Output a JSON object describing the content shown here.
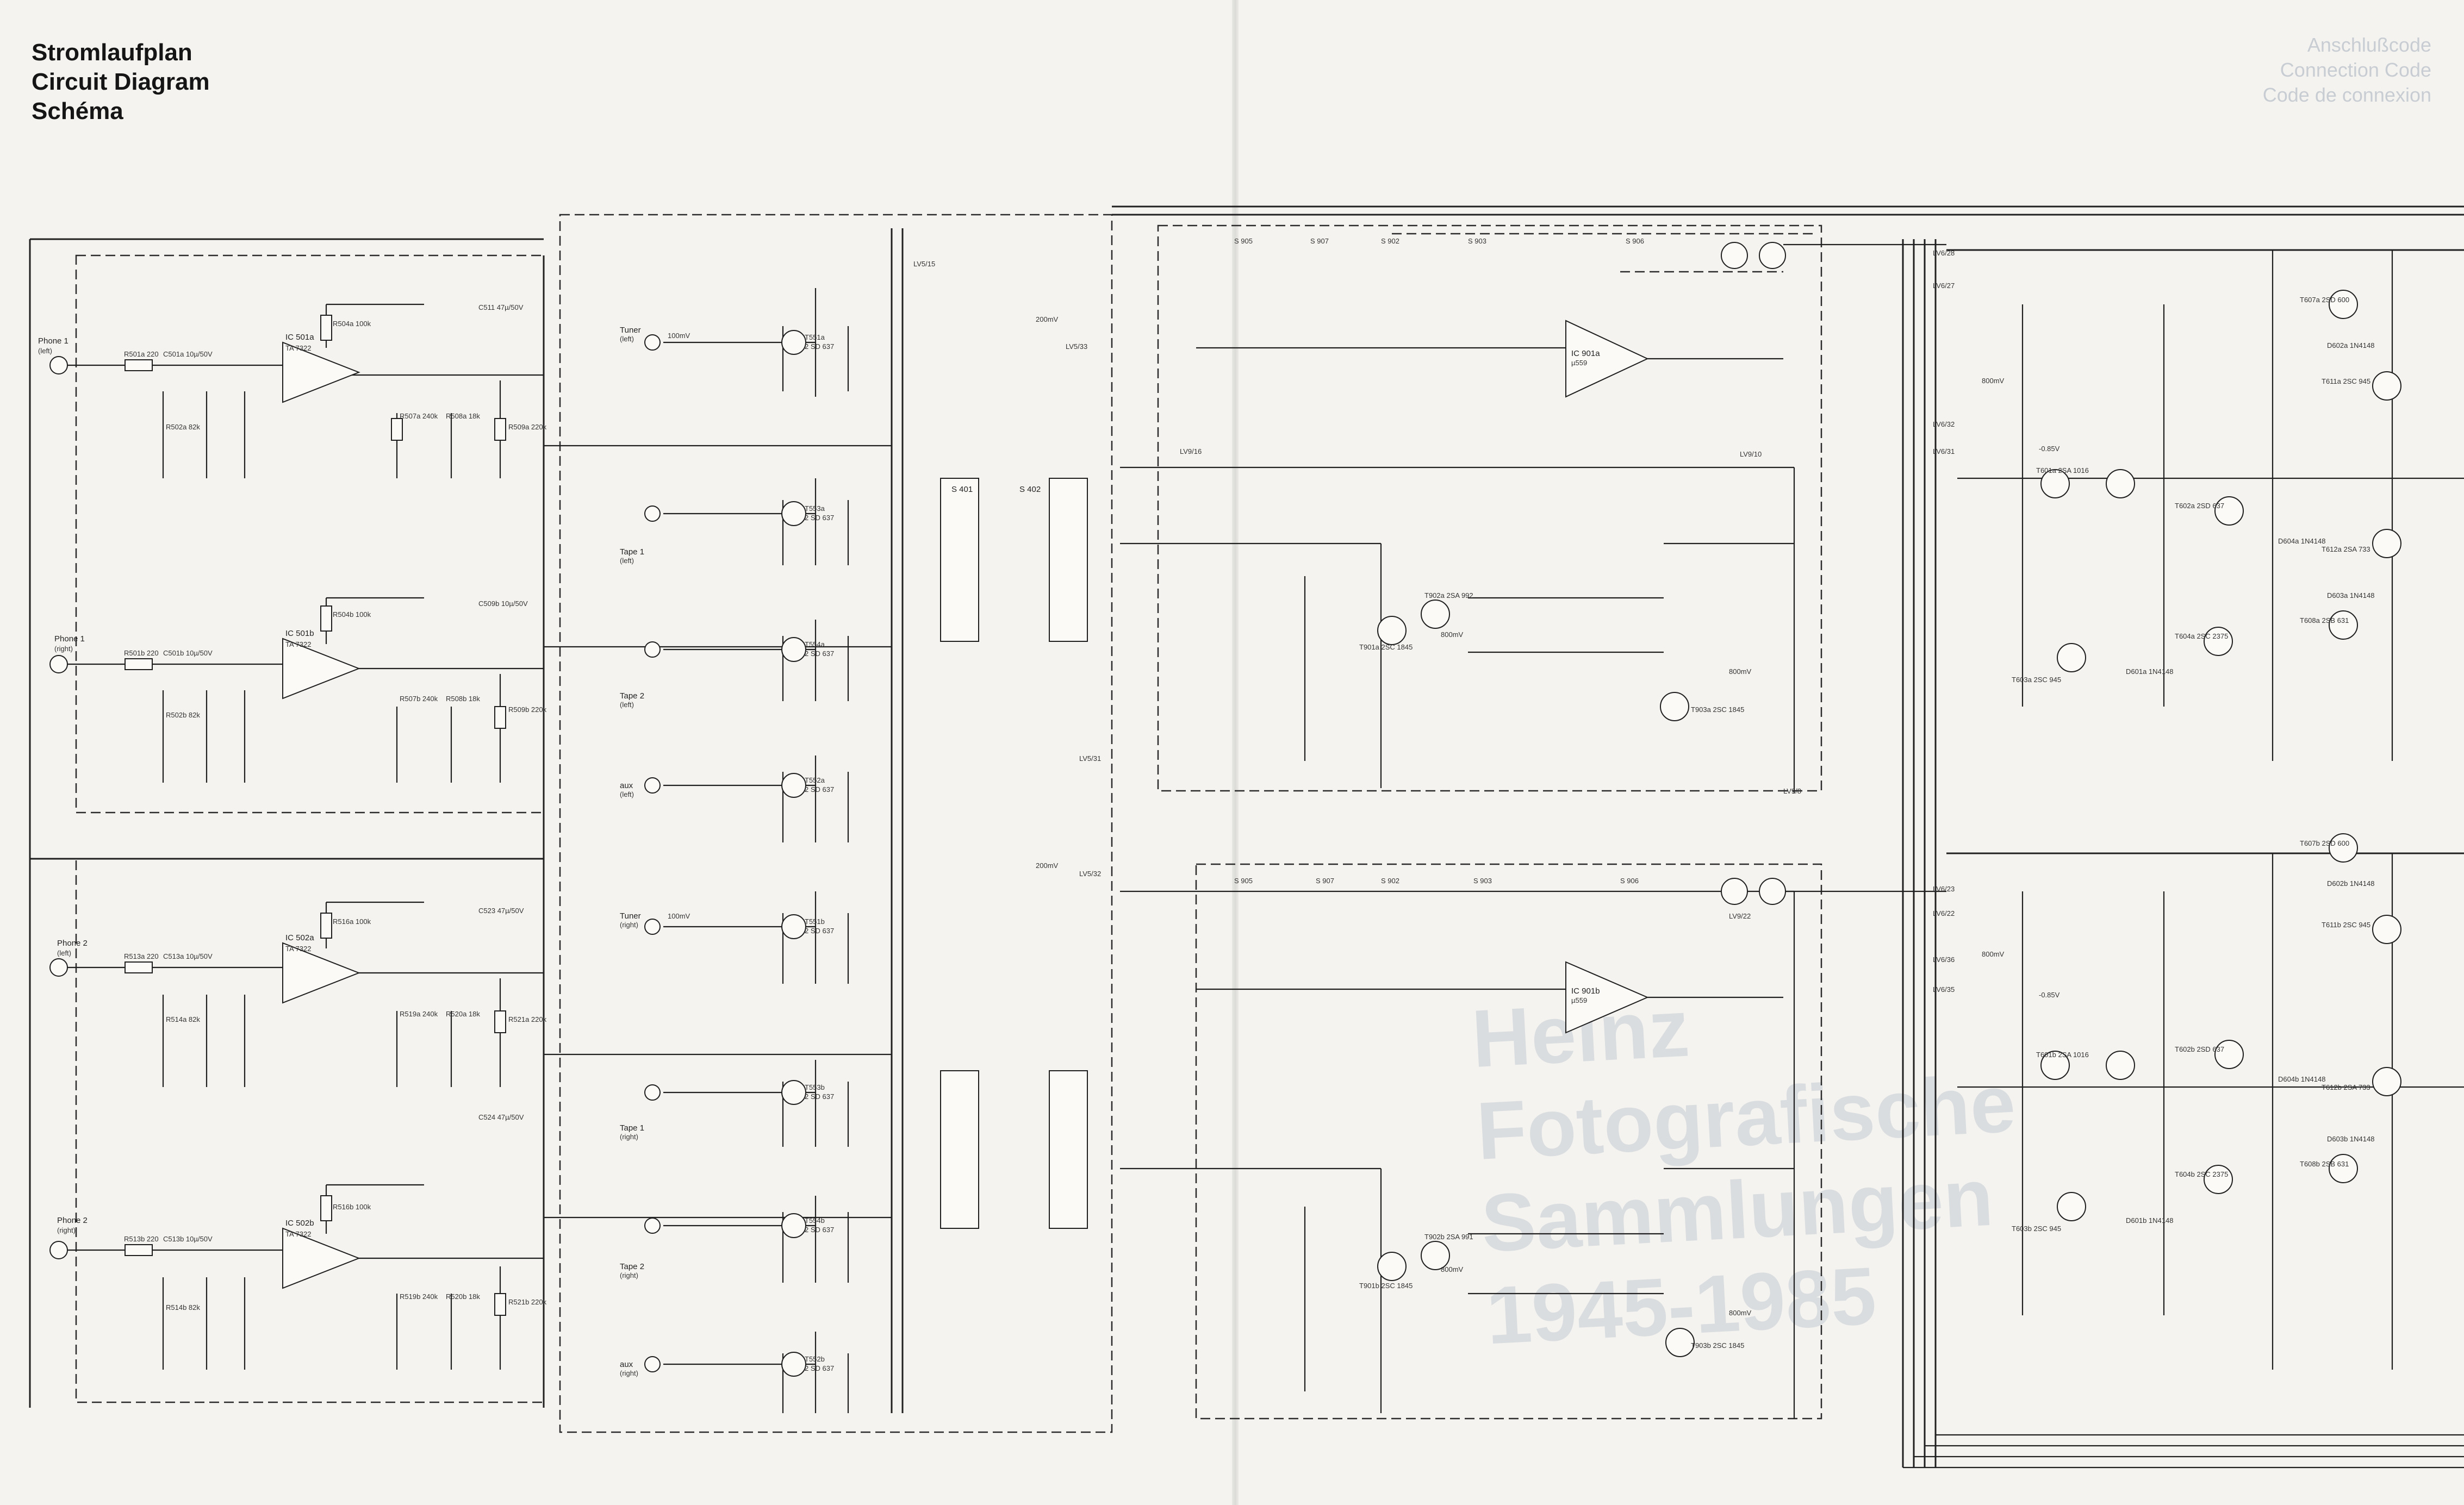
{
  "heading": [
    "Stromlaufplan",
    "Circuit Diagram",
    "Schéma"
  ],
  "ghost_heading": [
    "Anschlußcode",
    "Connection Code",
    "Code de connexion"
  ],
  "watermark": [
    "Heinz",
    "Fotografische",
    "Sammlungen",
    "1945-1985"
  ],
  "inputs": [
    {
      "label": "Phone 1",
      "sub": "(left)"
    },
    {
      "label": "Phone 1",
      "sub": "(right)"
    },
    {
      "label": "Phone 2",
      "sub": "(left)"
    },
    {
      "label": "Phone 2",
      "sub": "(right)"
    }
  ],
  "phono_stages": [
    {
      "ic": "IC 501a",
      "type": "TA 7322"
    },
    {
      "ic": "IC 501b",
      "type": "TA 7322"
    },
    {
      "ic": "IC 502a",
      "type": "TA 7322"
    },
    {
      "ic": "IC 502b",
      "type": "TA 7322"
    }
  ],
  "phono_parts": [
    [
      "R501a 220",
      "C501a 10µ/50V",
      "R502a 82k",
      "R504a 100k",
      "R507a 240k",
      "R508a 18k",
      "C511 47µ/50V",
      "R509a 220k"
    ],
    [
      "R501b 220",
      "C501b 10µ/50V",
      "R502b 82k",
      "R504b 100k",
      "R507b 240k",
      "R508b 18k",
      "C509b 10µ/50V",
      "R509b 220k"
    ],
    [
      "R513a 220",
      "C513a 10µ/50V",
      "R514a 82k",
      "R516a 100k",
      "R519a 240k",
      "R520a 18k",
      "C523 47µ/50V",
      "R521a 220k"
    ],
    [
      "R513b 220",
      "C513b 10µ/50V",
      "R514b 82k",
      "R516b 100k",
      "R519b 240k",
      "R520b 18k",
      "C524 47µ/50V",
      "R521b 220k"
    ]
  ],
  "line_inputs": [
    {
      "label": "Tuner",
      "sub": "(left)",
      "level": "100mV"
    },
    {
      "label": "Tape 1",
      "sub": "(left)",
      "level": ""
    },
    {
      "label": "Tape 2",
      "sub": "(left)",
      "level": ""
    },
    {
      "label": "aux",
      "sub": "(left)",
      "level": ""
    },
    {
      "label": "Tuner",
      "sub": "(right)",
      "level": "100mV"
    },
    {
      "label": "Tape 1",
      "sub": "(right)",
      "level": ""
    },
    {
      "label": "Tape 2",
      "sub": "(right)",
      "level": ""
    },
    {
      "label": "aux",
      "sub": "(right)",
      "level": ""
    }
  ],
  "buffer_stages": [
    {
      "t": "T551a",
      "type": "2 SD 637"
    },
    {
      "t": "T553a",
      "type": "2 SD 637"
    },
    {
      "t": "T554a",
      "type": "2 SD 637"
    },
    {
      "t": "T552a",
      "type": "2 SD 637"
    },
    {
      "t": "T551b",
      "type": "2 SD 637"
    },
    {
      "t": "T553b",
      "type": "2 SD 637"
    },
    {
      "t": "T554b",
      "type": "2 SD 637"
    },
    {
      "t": "T552b",
      "type": "2 SD 637"
    }
  ],
  "switches": [
    "S 401",
    "S 402"
  ],
  "connectors_mid": [
    "LV5/15",
    "LV5/33",
    "LV5/31",
    "LV5/32",
    "LV9/16",
    "LV9/10",
    "LV9/22",
    "LV9/8"
  ],
  "tone_upper": {
    "ics": [
      "IC 901a",
      "µ559"
    ],
    "switches": [
      "S 905",
      "S 907",
      "S 902",
      "S 903",
      "S 906"
    ],
    "transistors": [
      "T901a 2SC 1845",
      "T902a 2SA 992",
      "T903a 2SC 1845"
    ],
    "levels": [
      "200mV",
      "800mV",
      "800mV"
    ]
  },
  "tone_lower": {
    "ics": [
      "IC 901b",
      "µ559"
    ],
    "switches": [
      "S 905",
      "S 907",
      "S 902",
      "S 903",
      "S 906"
    ],
    "transistors": [
      "T901b 2SC 1845",
      "T902b 2SA 991",
      "T903b 2SC 1845"
    ],
    "levels": [
      "200mV",
      "800mV",
      "800mV"
    ]
  },
  "power_upper": {
    "transistors": [
      "T601a 2SA 1016",
      "T602a 2SD 637",
      "T603a 2SC 945",
      "T604a 2SC 2375",
      "T607a 2SD 600",
      "T608a 2SB 631",
      "T611a 2SC 945",
      "T612a 2SA 733"
    ],
    "diodes": [
      "D601a 1N4148",
      "D602a 1N4148",
      "D603a 1N4148",
      "D604a 1N4148"
    ],
    "connectors": [
      "LV6/28",
      "LV6/27",
      "LV6/32",
      "LV6/31"
    ]
  },
  "power_lower": {
    "transistors": [
      "T601b 2SA 1016",
      "T602b 2SD 637",
      "T603b 2SC 945",
      "T604b 2SC 2375",
      "T607b 2SD 600",
      "T608b 2SB 631",
      "T611b 2SC 945",
      "T612b 2SA 733"
    ],
    "diodes": [
      "D601b 1N4148",
      "D602b 1N4148",
      "D603b 1N4148",
      "D604b 1N4148"
    ],
    "connectors": [
      "LV6/23",
      "LV6/22",
      "LV6/36",
      "LV6/35"
    ]
  },
  "levels_right": [
    "800mV",
    "800mV",
    "-0.85V",
    "-0.85V"
  ]
}
